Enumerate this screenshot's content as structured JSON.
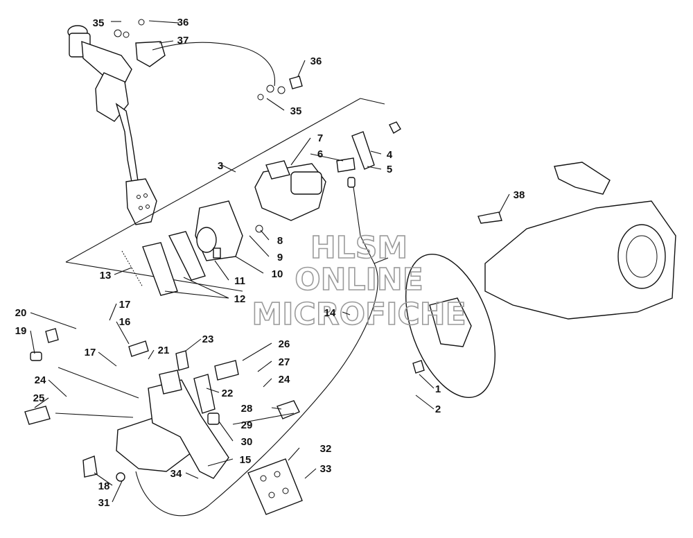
{
  "watermark": {
    "line1": "HLSM",
    "line2": "ONLINE",
    "line3": "MICROFICHE"
  },
  "callouts": {
    "c1": "1",
    "c2": "2",
    "c3": "3",
    "c4": "4",
    "c5": "5",
    "c6": "6",
    "c7": "7",
    "c8": "8",
    "c9": "9",
    "c10": "10",
    "c11": "11",
    "c12": "12",
    "c13": "13",
    "c14": "14",
    "c15": "15",
    "c16": "16",
    "c17a": "17",
    "c17b": "17",
    "c18": "18",
    "c19": "19",
    "c20": "20",
    "c21": "21",
    "c22": "22",
    "c23": "23",
    "c24a": "24",
    "c24b": "24",
    "c25": "25",
    "c26": "26",
    "c27": "27",
    "c28": "28",
    "c29": "29",
    "c30": "30",
    "c31": "31",
    "c32": "32",
    "c33": "33",
    "c34": "34",
    "c35a": "35",
    "c35b": "35",
    "c36a": "36",
    "c36b": "36",
    "c37": "37",
    "c38": "38"
  }
}
